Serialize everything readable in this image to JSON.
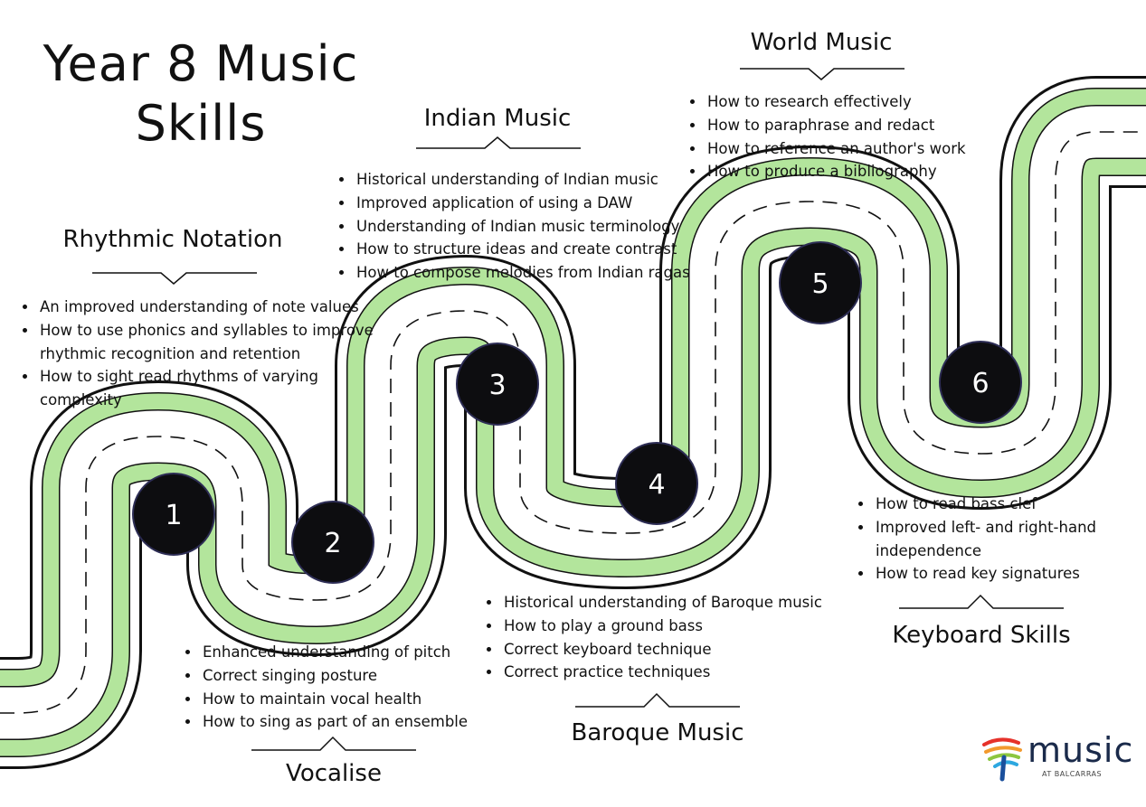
{
  "title": {
    "line1": "Year 8 Music",
    "line2": "Skills"
  },
  "sections": [
    {
      "number": "1",
      "heading": "Rhythmic Notation",
      "bullets": [
        "An improved understanding of note values",
        "How to use phonics and syllables to improve rhythmic recognition and retention",
        "How to sight read rhythms of varying complexity"
      ]
    },
    {
      "number": "2",
      "heading": "Vocalise",
      "bullets": [
        "Enhanced understanding of pitch",
        "Correct singing posture",
        "How to maintain vocal health",
        "How to sing as part of an ensemble"
      ]
    },
    {
      "number": "3",
      "heading": "Indian Music",
      "bullets": [
        "Historical understanding of Indian music",
        "Improved application of using a DAW",
        "Understanding of Indian music terminology",
        "How to structure ideas and create contrast",
        "How to compose melodies from Indian ragas"
      ]
    },
    {
      "number": "4",
      "heading": "Baroque Music",
      "bullets": [
        "Historical understanding of Baroque music",
        "How to play a ground bass",
        "Correct keyboard technique",
        "Correct practice techniques"
      ]
    },
    {
      "number": "5",
      "heading": "World Music",
      "bullets": [
        "How to research effectively",
        "How to paraphrase and redact",
        "How to reference an author's work",
        "How to produce a bibliography"
      ]
    },
    {
      "number": "6",
      "heading": "Keyboard Skills",
      "bullets": [
        "How to read bass clef",
        "Improved left- and right-hand independence",
        "How to read key signatures"
      ]
    }
  ],
  "logo": {
    "word": "music",
    "subtitle": "AT BALCARRAS"
  },
  "colors": {
    "road": "#b3e59c",
    "edge": "#111111",
    "badge": "#0d0d10"
  }
}
